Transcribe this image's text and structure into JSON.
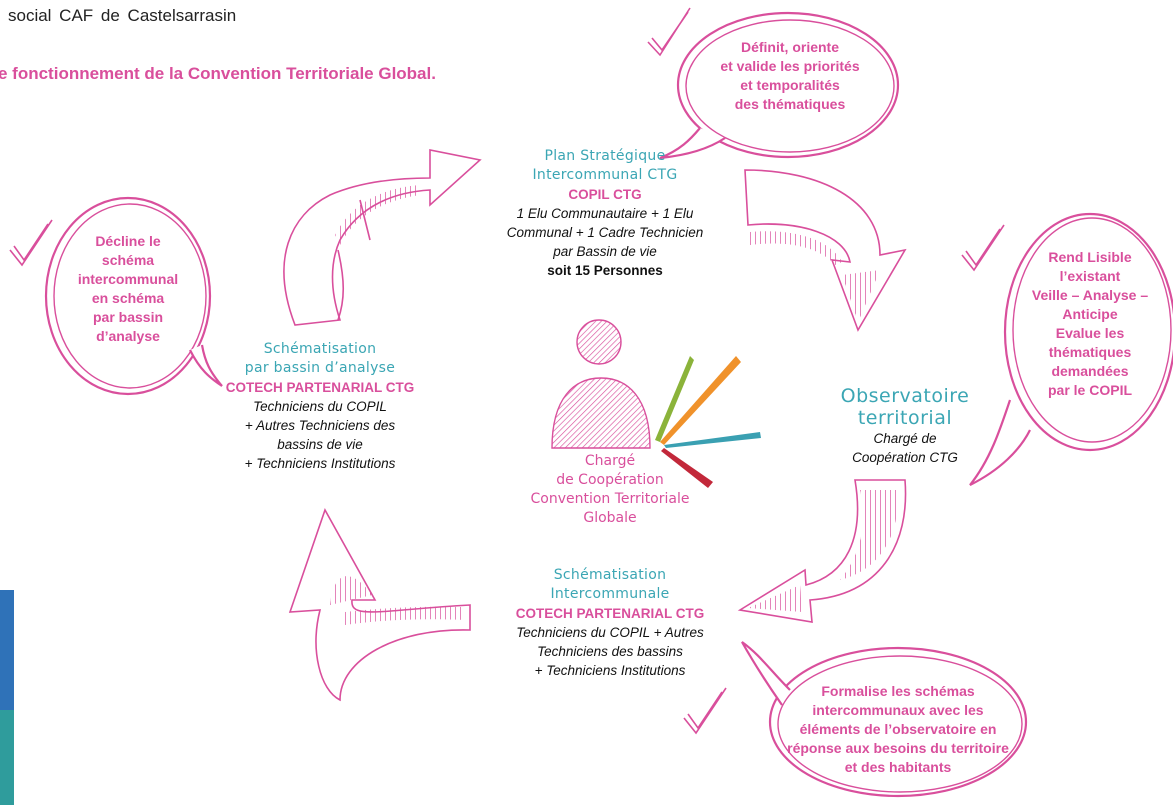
{
  "header": {
    "subtitle": "social CAF de Castelsarrasin",
    "title": "e fonctionnement de la Convention Territoriale Global."
  },
  "nodes": {
    "copil": {
      "kicker1": "Plan Stratégique",
      "kicker2": "Intercommunal CTG",
      "name": "COPIL CTG",
      "desc1": "1 Elu Communautaire + 1 Elu",
      "desc2": "Communal + 1 Cadre Technicien",
      "desc3": "par Bassin de vie",
      "total": "soit 15 Personnes"
    },
    "observatoire": {
      "title1": "Observatoire",
      "title2": "territorial",
      "desc1": "Chargé de",
      "desc2": "Coopération CTG"
    },
    "intercommunale": {
      "kicker1": "Schématisation",
      "kicker2": "Intercommunale",
      "name": "COTECH PARTENARIAL CTG",
      "desc1": "Techniciens du COPIL + Autres",
      "desc2": "Techniciens des bassins",
      "desc3": "+ Techniciens Institutions"
    },
    "bassin": {
      "kicker1": "Schématisation",
      "kicker2": "par bassin d’analyse",
      "name": "COTECH PARTENARIAL CTG",
      "desc1": "Techniciens du COPIL",
      "desc2": "+ Autres Techniciens des",
      "desc3": "bassins de vie",
      "desc4": "+ Techniciens Institutions"
    },
    "center": {
      "line1": "Chargé",
      "line2": "de Coopération",
      "line3": "Convention Territoriale",
      "line4": "Globale"
    }
  },
  "bubbles": {
    "top": [
      "Définit, oriente",
      "et valide les priorités",
      "et temporalités",
      "des thématiques"
    ],
    "right": [
      "Rend Lisible",
      "l’existant",
      "Veille – Analyse –",
      "Anticipe",
      "Evalue les",
      "thématiques",
      "demandées",
      "par le COPIL"
    ],
    "bottom": [
      "Formalise les schémas",
      "intercommunaux avec les",
      "éléments de l’observatoire en",
      "réponse aux besoins du territoire",
      "et des habitants"
    ],
    "left": [
      "Décline le",
      "schéma",
      "intercommunal",
      "en schéma",
      "par bassin",
      "d’analyse"
    ]
  },
  "colors": {
    "pink": "#d94f9c",
    "teal": "#3ba6b4",
    "ray_green": "#8bb33a",
    "ray_orange": "#f0922b",
    "ray_teal": "#3aa0b2",
    "ray_red": "#c2283a"
  },
  "icons": [
    "person-icon",
    "checkmark-icon",
    "arrow-icon"
  ]
}
